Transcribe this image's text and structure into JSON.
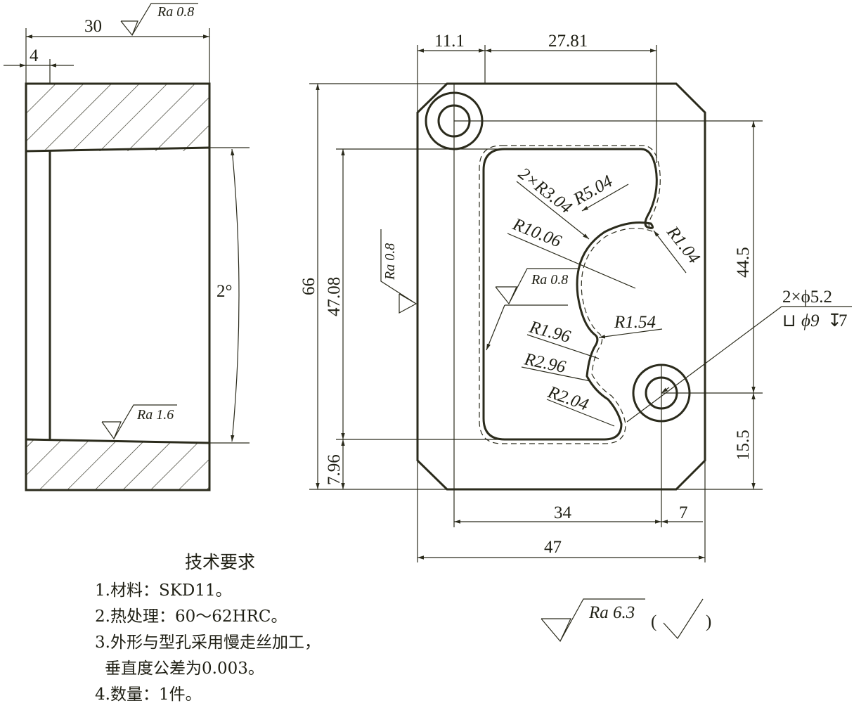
{
  "side_view": {
    "width_dim": "30",
    "offset_dim": "4",
    "angle_dim": "2°",
    "roughness_top": "Ra 0.8",
    "roughness_inner": "Ra 1.6"
  },
  "front_view": {
    "dims": {
      "top_left": "11.1",
      "top_right": "27.81",
      "height_overall": "66",
      "height_cavity": "47.08",
      "bottom_offset": "7.96",
      "right_upper": "44.5",
      "right_lower": "15.5",
      "bottom_hole": "34",
      "bottom_right": "7",
      "bottom_overall": "47"
    },
    "radii": {
      "r_3_04": "2×R3.04",
      "r_5_04": "R5.04",
      "r_10_06": "R10.06",
      "r_1_04": "R1.04",
      "r_1_54": "R1.54",
      "r_1_96": "R1.96",
      "r_2_96": "R2.96",
      "r_2_04": "R2.04"
    },
    "hole_callout": {
      "line1": "2×ϕ5.2",
      "line2_symbol": "⊔",
      "line2_diam": "ϕ9",
      "line2_depth_symbol": "↧",
      "line2_depth": "7"
    },
    "roughness_left": "Ra 0.8",
    "roughness_cavity": "Ra 0.8"
  },
  "general_roughness": {
    "value": "Ra 6.3",
    "paren_open": "(",
    "paren_close": ")"
  },
  "tech_requirements": {
    "title": "技术要求",
    "items": [
      "1.材料：SKD11。",
      "2.热处理：60～62HRC。",
      "3.外形与型孔采用慢走丝加工，",
      "垂直度公差为0.003。",
      "4.数量：1件。"
    ]
  }
}
